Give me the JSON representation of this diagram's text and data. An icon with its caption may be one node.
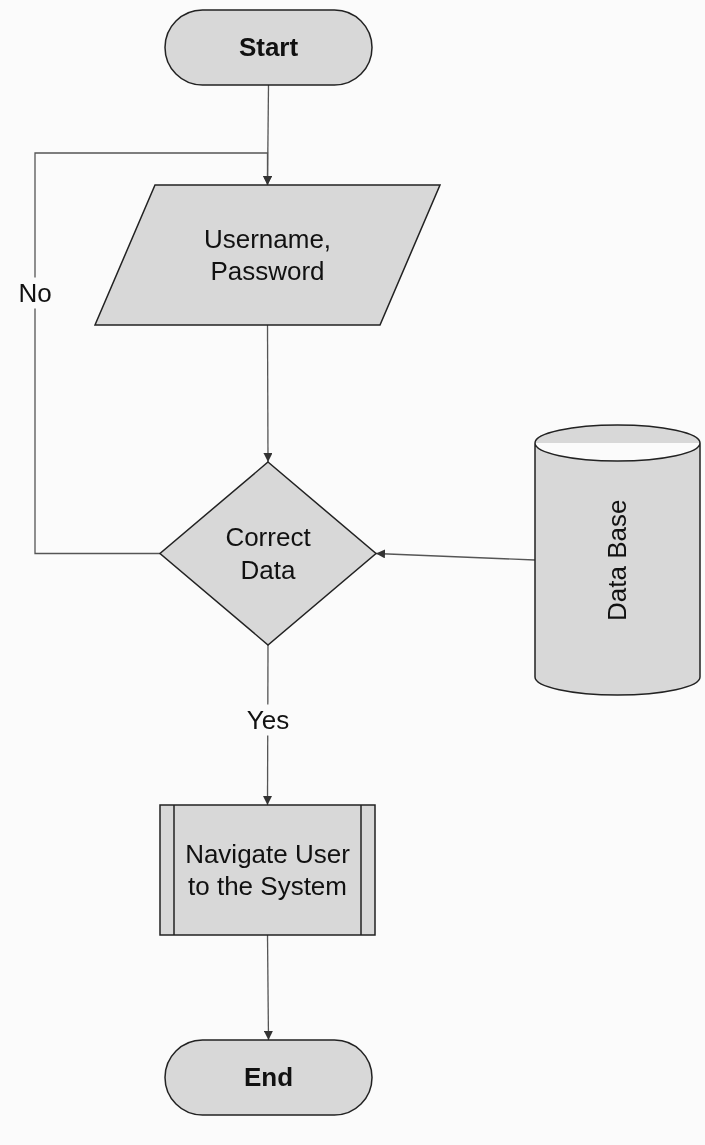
{
  "diagram": {
    "nodes": [
      {
        "text": [
          "Start"
        ]
      },
      {
        "text": [
          "Username, Password"
        ]
      },
      {
        "text": [
          "Correct Data"
        ]
      },
      {
        "text": [
          "Data Base"
        ]
      },
      {
        "text": [
          "Navigate User to the System"
        ]
      },
      {
        "text": [
          "End"
        ]
      }
    ],
    "edges": [
      {
        "from": 0,
        "to": 1,
        "arrow": "to"
      },
      {
        "from": 1,
        "to": 2,
        "arrow": "to"
      },
      {
        "from": 2,
        "to": 1,
        "arrow": "to",
        "label": "No"
      },
      {
        "from": 3,
        "to": 2,
        "arrow": "to"
      },
      {
        "from": 2,
        "to": 4,
        "arrow": "to",
        "label": "Yes"
      },
      {
        "from": 4,
        "to": 5,
        "arrow": "to"
      }
    ]
  }
}
